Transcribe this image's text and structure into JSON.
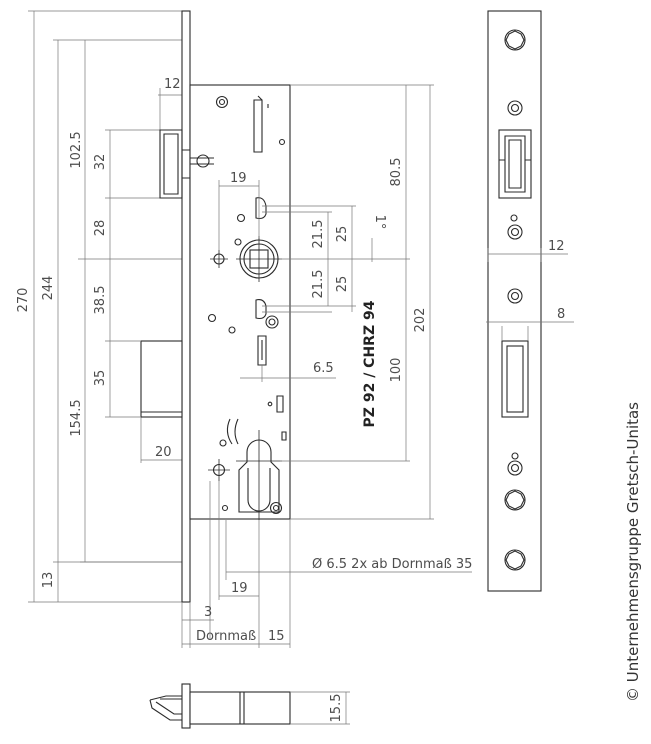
{
  "dimensions": {
    "d270": "270",
    "d244": "244",
    "d102_5": "102.5",
    "d32": "32",
    "d28": "28",
    "d38_5": "38.5",
    "d35": "35",
    "d154_5": "154.5",
    "d13": "13",
    "d12_top": "12",
    "d20": "20",
    "d19_top": "19",
    "d21_5_a": "21.5",
    "d25_a": "25",
    "d1deg": "1°",
    "d21_5_b": "21.5",
    "d25_b": "25",
    "d80_5": "80.5",
    "d202": "202",
    "d100": "100",
    "d6_5": "6.5",
    "d19_bottom": "19",
    "d3": "3",
    "d15": "15",
    "d15_5": "15.5",
    "d12_right": "12",
    "d8_right": "8"
  },
  "labels": {
    "dornmass": "Dornmaß",
    "hole_note": "Ø 6.5  2x ab Dornmaß 35",
    "cylinder": "PZ 92 / CHRZ 94",
    "copyright": "© Unternehmensgruppe Gretsch-Unitas"
  }
}
